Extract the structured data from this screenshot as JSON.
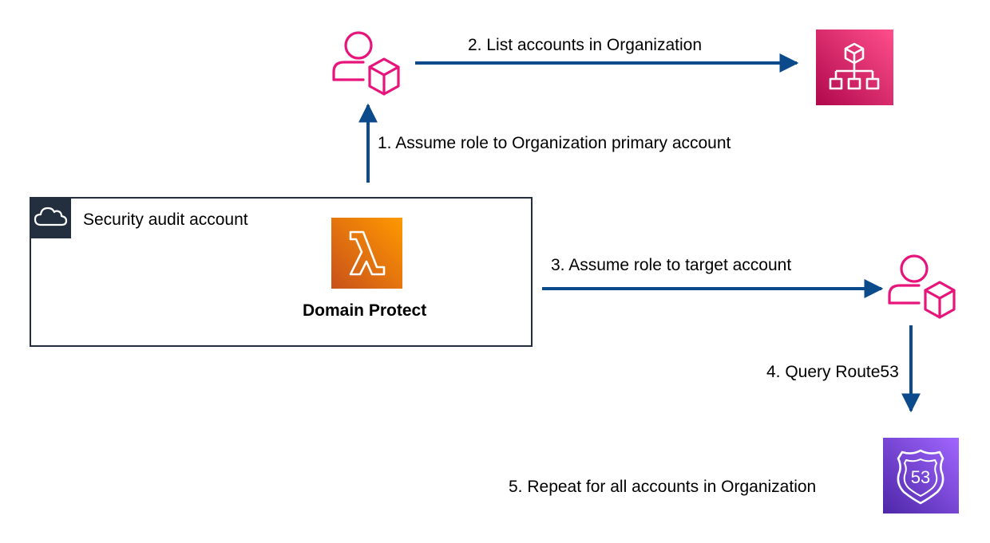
{
  "account_box": {
    "title": "Security audit account",
    "function_name": "Domain Protect",
    "cloud_icon": "cloud-icon",
    "lambda_icon": "lambda-icon"
  },
  "steps": {
    "step1": "1. Assume role to Organization primary account",
    "step2": "2. List accounts in Organization",
    "step3": "3. Assume role to target account",
    "step4": "4. Query Route53",
    "step5": "5. Repeat for all accounts in Organization"
  },
  "icons": {
    "role_icon": "iam-role-icon",
    "organizations_icon": "organizations-icon",
    "route53_icon": "route53-icon",
    "route53_badge": "53"
  },
  "colors": {
    "arrow": "#0b4a8b",
    "role_icon": "#e7157b",
    "account_border": "#232f3e",
    "lambda": "#ed7100",
    "organizations": "#e7157b",
    "route53": "#8c4fff"
  }
}
